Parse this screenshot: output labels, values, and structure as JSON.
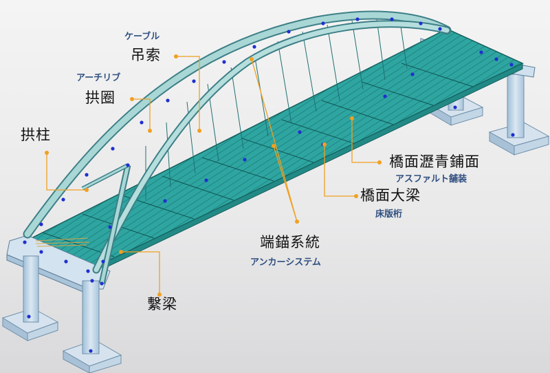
{
  "labels": {
    "cable_ja": "ケーブル",
    "hanger_zh": "吊索",
    "arch_rib_ja": "アーチリブ",
    "arch_rib_zh": "拱圈",
    "arch_column_zh": "拱柱",
    "deck_paving_zh": "橋面瀝青鋪面",
    "deck_paving_ja": "アスファルト舗装",
    "deck_girder_zh": "橋面大梁",
    "deck_girder_ja": "床版桁",
    "anchor_zh": "端錨系統",
    "anchor_ja": "アンカーシステム",
    "tie_beam_zh": "繫梁"
  },
  "colors": {
    "deck": "#2a9e9a",
    "deck_edge": "#145f5c",
    "arch": "#a9d7d6",
    "pier": "#bcd4e6",
    "node": "#1f2fd0",
    "leader": "#f0a020"
  }
}
